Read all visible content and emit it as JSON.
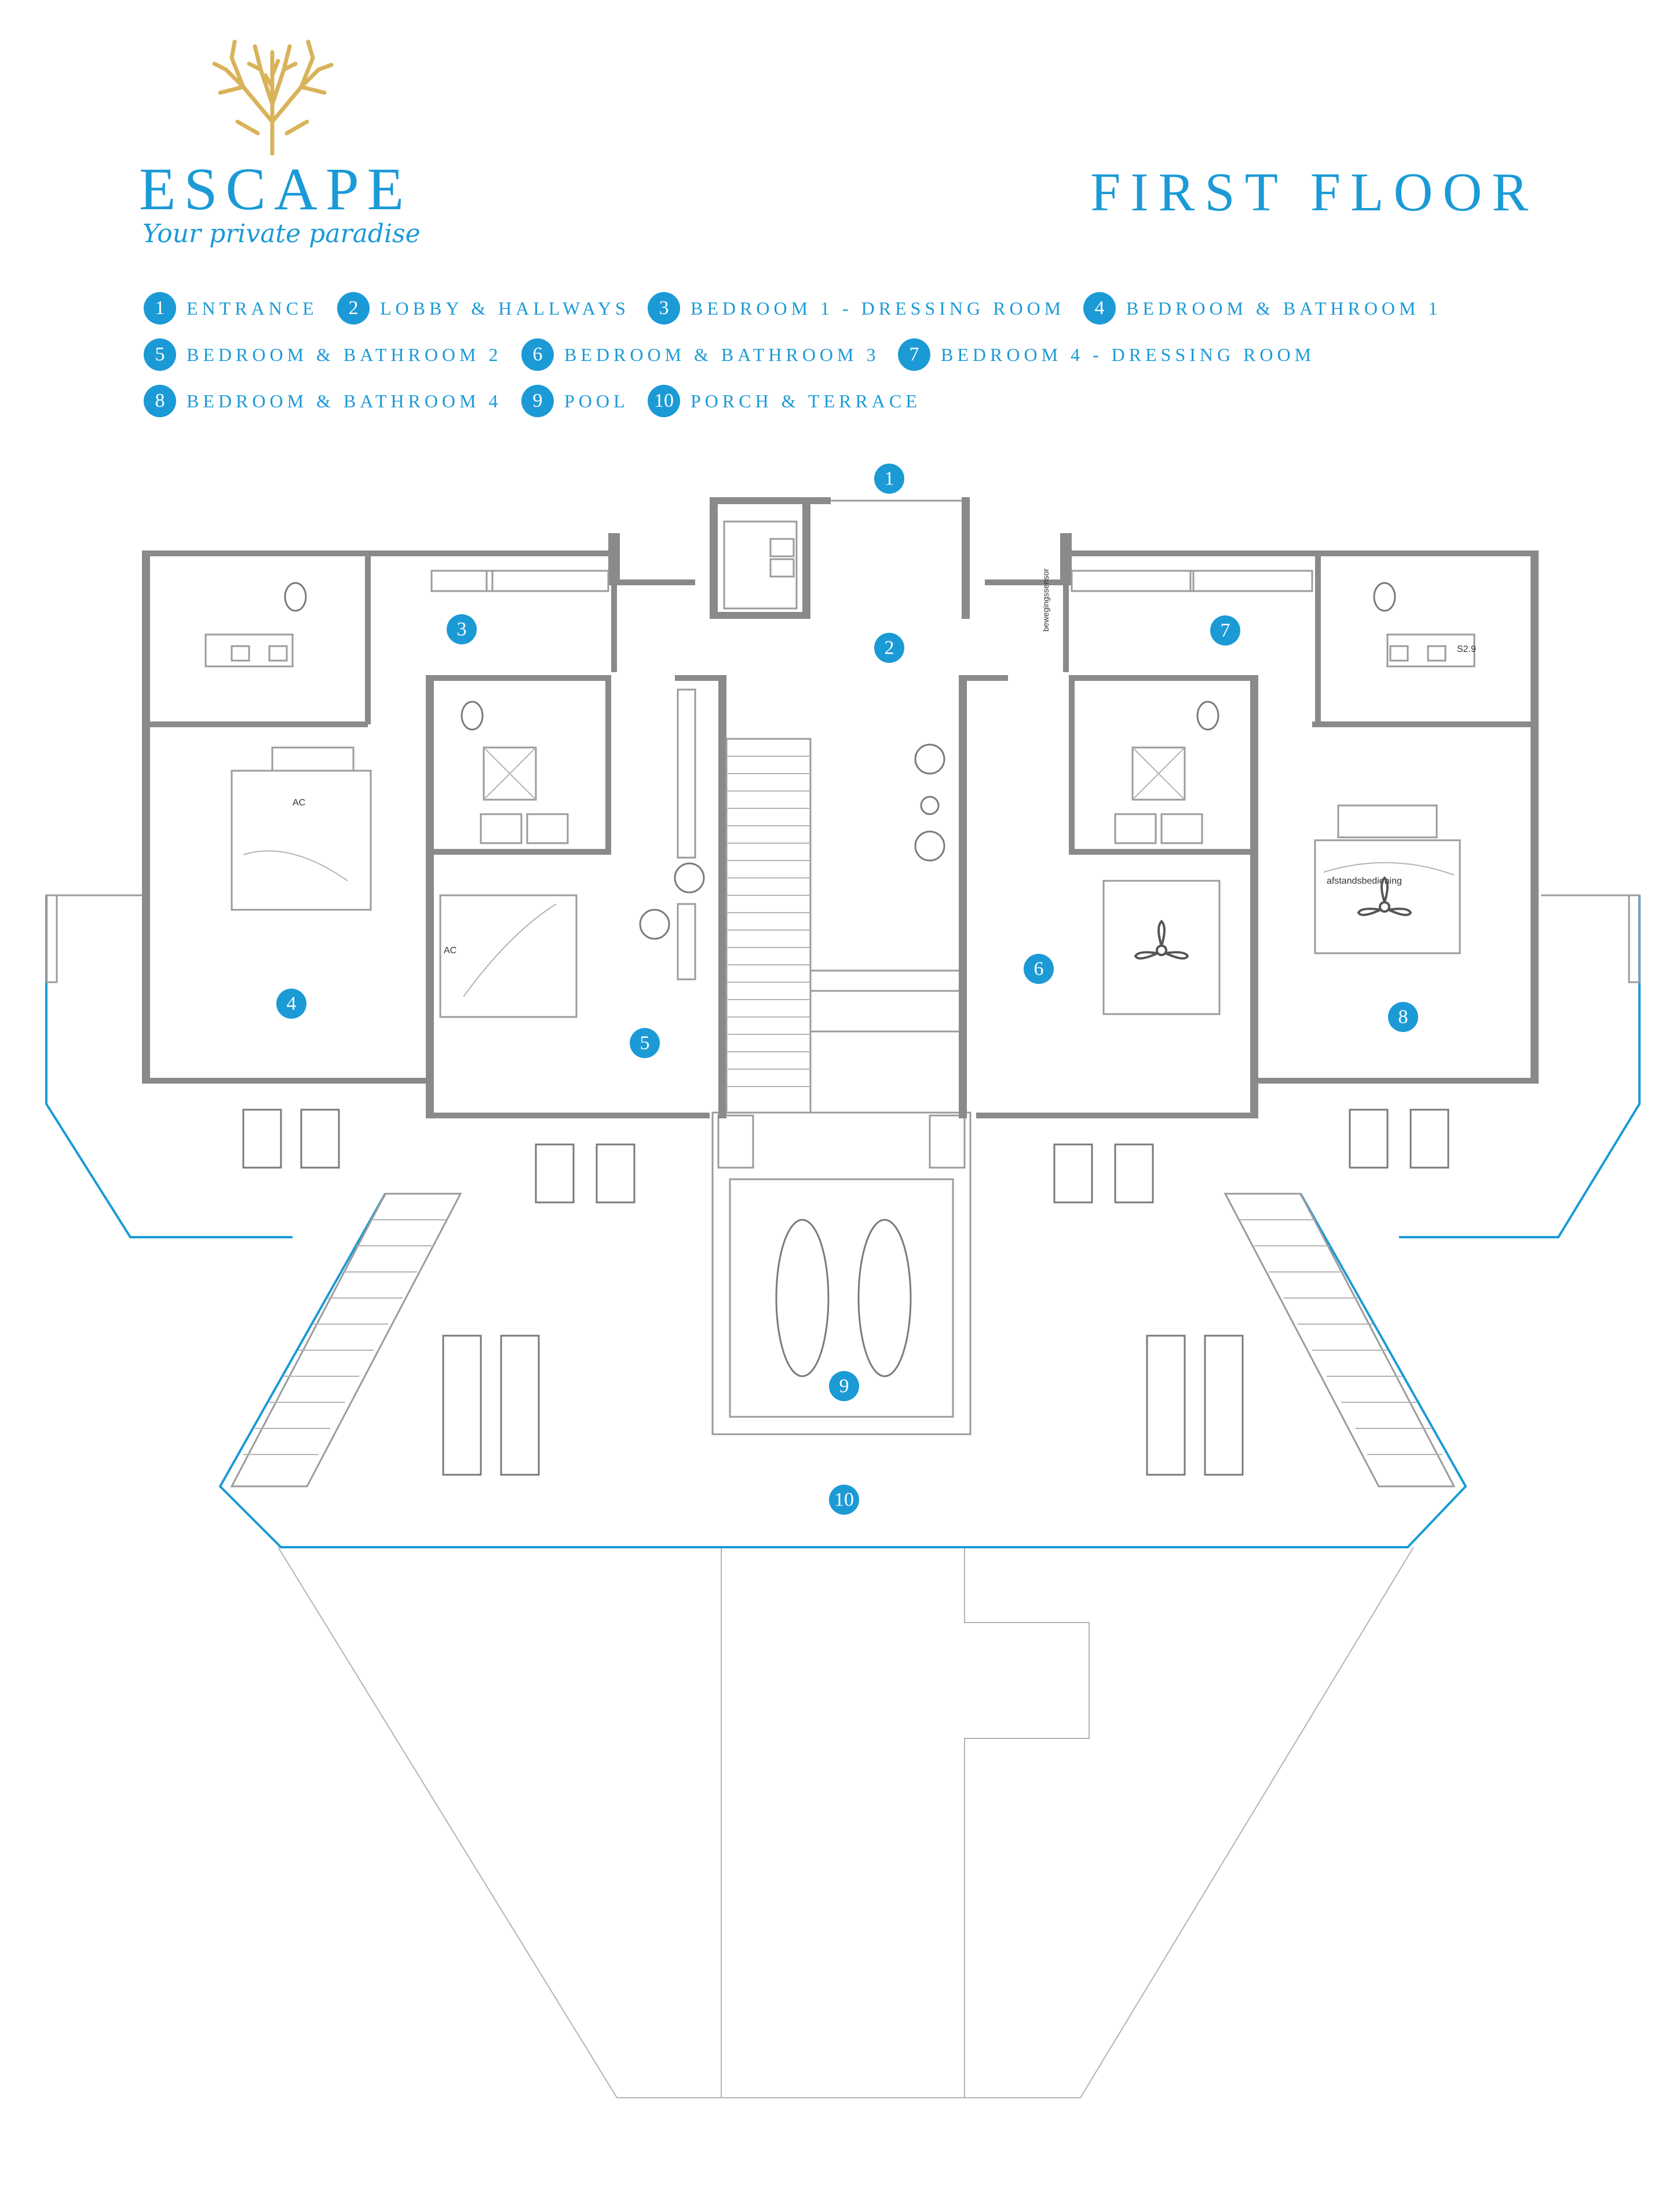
{
  "brand": {
    "name": "ESCAPE",
    "tagline": "Your private paradise",
    "logo_icon": "coral-tree-icon",
    "logo_color": "#d9b35a"
  },
  "page_title": "FIRST FLOOR",
  "accent_color": "#1b9ad6",
  "legend": [
    {
      "num": "1",
      "label": "ENTRANCE"
    },
    {
      "num": "2",
      "label": "LOBBY & HALLWAYS"
    },
    {
      "num": "3",
      "label": "BEDROOM 1 - DRESSING ROOM"
    },
    {
      "num": "4",
      "label": "BEDROOM & BATHROOM 1"
    },
    {
      "num": "5",
      "label": "BEDROOM & BATHROOM 2"
    },
    {
      "num": "6",
      "label": "BEDROOM & BATHROOM 3"
    },
    {
      "num": "7",
      "label": "BEDROOM 4 - DRESSING ROOM"
    },
    {
      "num": "8",
      "label": "BEDROOM & BATHROOM 4"
    },
    {
      "num": "9",
      "label": "POOL"
    },
    {
      "num": "10",
      "label": "PORCH & TERRACE"
    }
  ],
  "plan": {
    "markers": [
      "1",
      "2",
      "3",
      "4",
      "5",
      "6",
      "7",
      "8",
      "9",
      "10"
    ],
    "labels": {
      "ac_left": "AC",
      "ac_mid": "AC",
      "remote": "afstandsbediening",
      "motion": "bewegingssensor",
      "code": "S2.9"
    }
  }
}
